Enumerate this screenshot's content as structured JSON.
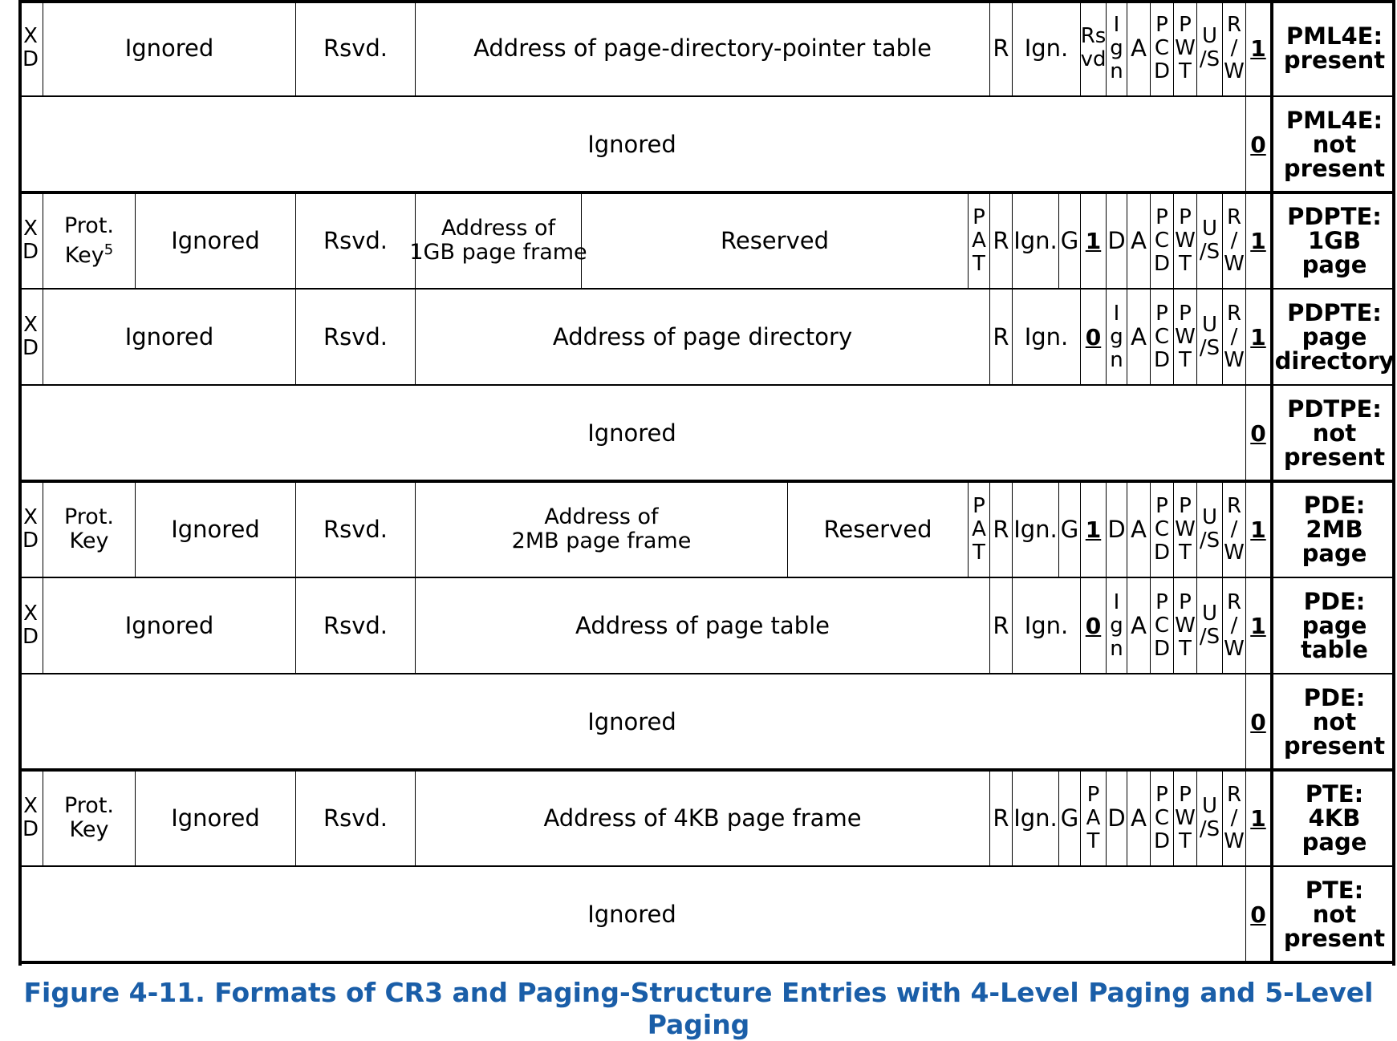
{
  "figure": {
    "caption": "Figure 4-11.  Formats of CR3 and Paging-Structure Entries with 4-Level Paging and 5-Level Paging"
  },
  "rows": [
    {
      "entry_label": "PML4E:\npresent",
      "fields": [
        "X\nD",
        "Ignored",
        "Rsvd.",
        "Address of page-directory-pointer table",
        "R",
        "Ign.",
        "Rs\nvd",
        "I\ng\nn",
        "A",
        "P\nC\nD",
        "P\nW\nT",
        "U\n/S",
        "R\n/\nW",
        "1"
      ]
    },
    {
      "entry_label": "PML4E:\nnot\npresent",
      "fields": [
        "Ignored",
        "0"
      ]
    },
    {
      "entry_label": "PDPTE:\n1GB\npage",
      "fields": [
        "X\nD",
        "Prot.\nKey",
        "5",
        "Ignored",
        "Rsvd.",
        "Address of\n1GB page frame",
        "Reserved",
        "P\nA\nT",
        "R",
        "Ign.",
        "G",
        "1",
        "D",
        "A",
        "P\nC\nD",
        "P\nW\nT",
        "U\n/S",
        "R\n/\nW",
        "1"
      ]
    },
    {
      "entry_label": "PDPTE:\npage\ndirectory",
      "fields": [
        "X\nD",
        "Ignored",
        "Rsvd.",
        "Address of page directory",
        "R",
        "Ign.",
        "0",
        "I\ng\nn",
        "A",
        "P\nC\nD",
        "P\nW\nT",
        "U\n/S",
        "R\n/\nW",
        "1"
      ]
    },
    {
      "entry_label": "PDTPE:\nnot\npresent",
      "fields": [
        "Ignored",
        "0"
      ]
    },
    {
      "entry_label": "PDE:\n2MB\npage",
      "fields": [
        "X\nD",
        "Prot.\nKey",
        "Ignored",
        "Rsvd.",
        "Address of\n2MB page frame",
        "Reserved",
        "P\nA\nT",
        "R",
        "Ign.",
        "G",
        "1",
        "D",
        "A",
        "P\nC\nD",
        "P\nW\nT",
        "U\n/S",
        "R\n/\nW",
        "1"
      ]
    },
    {
      "entry_label": "PDE:\npage\ntable",
      "fields": [
        "X\nD",
        "Ignored",
        "Rsvd.",
        "Address of page table",
        "R",
        "Ign.",
        "0",
        "I\ng\nn",
        "A",
        "P\nC\nD",
        "P\nW\nT",
        "U\n/S",
        "R\n/\nW",
        "1"
      ]
    },
    {
      "entry_label": "PDE:\nnot\npresent",
      "fields": [
        "Ignored",
        "0"
      ]
    },
    {
      "entry_label": "PTE:\n4KB\npage",
      "fields": [
        "X\nD",
        "Prot.\nKey",
        "Ignored",
        "Rsvd.",
        "Address of 4KB page frame",
        "R",
        "Ign.",
        "G",
        "P\nA\nT",
        "D",
        "A",
        "P\nC\nD",
        "P\nW\nT",
        "U\n/S",
        "R\n/\nW",
        "1"
      ]
    },
    {
      "entry_label": "PTE:\nnot\npresent",
      "fields": [
        "Ignored",
        "0"
      ]
    }
  ]
}
